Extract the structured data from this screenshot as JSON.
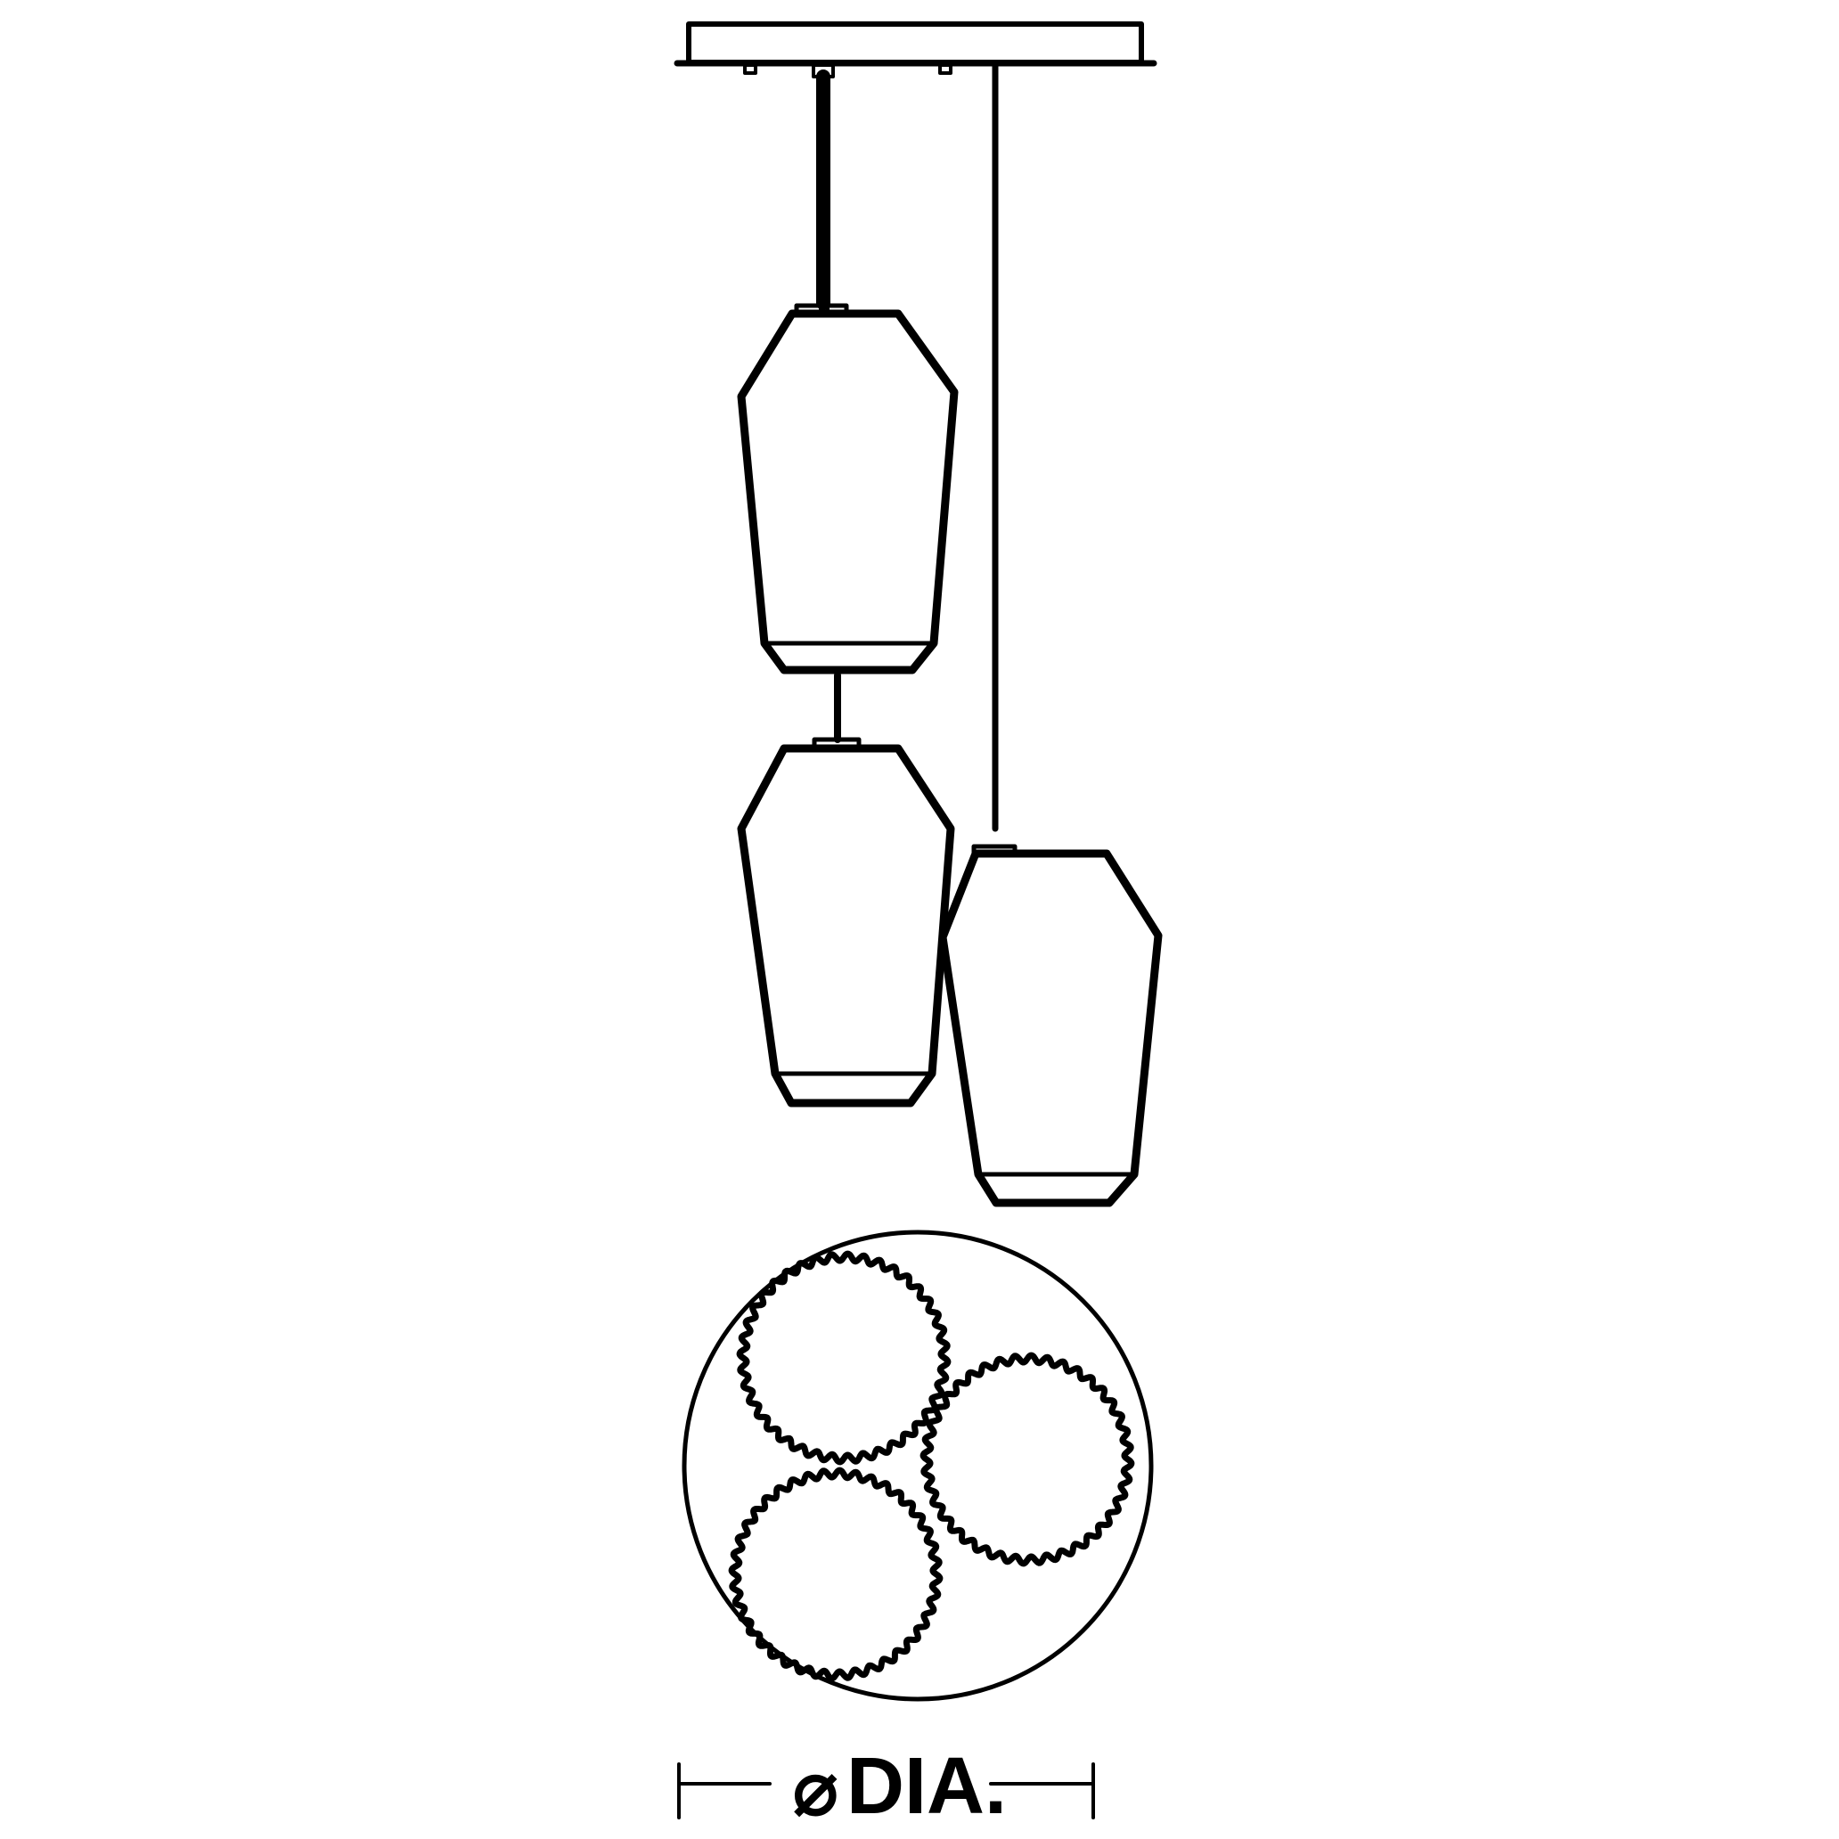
{
  "title": "Three-light pendant dimension drawing",
  "colors": {
    "line": "#000000",
    "background": "#ffffff"
  },
  "dimension": {
    "symbol": "⌀",
    "label": "DIA."
  },
  "components": {
    "canopy": "rectangular ceiling canopy",
    "pendants": [
      "upper-left pendant",
      "lower-left pendant",
      "right pendant"
    ],
    "plan_view": "top view: three fluted shades inside circular canopy outline"
  }
}
